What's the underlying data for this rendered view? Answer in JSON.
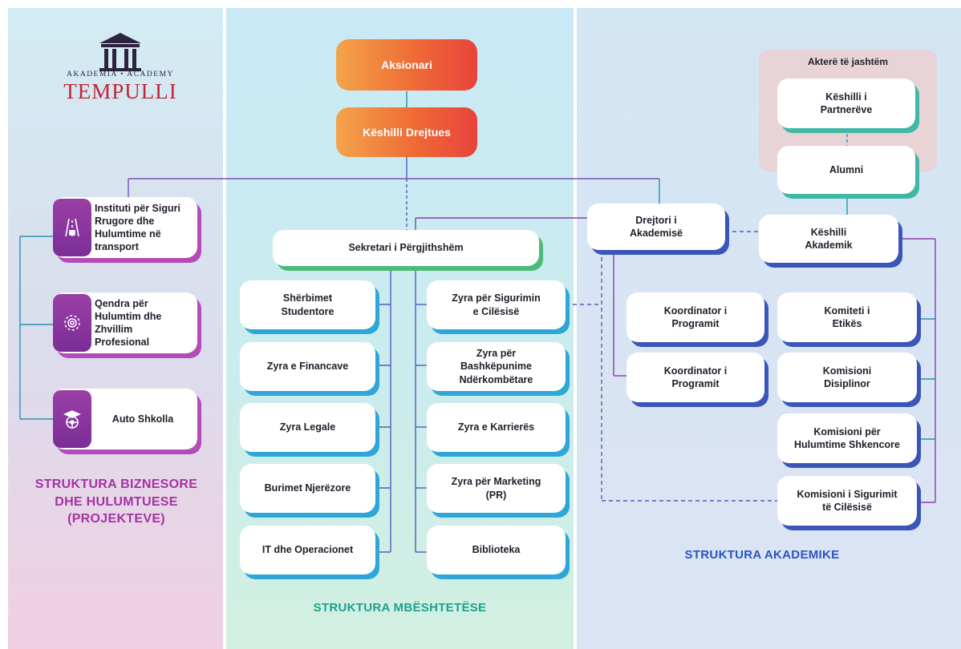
{
  "logo": {
    "subtitle": "AKADEMIA • ACADEMY",
    "name": "TEMPULLI"
  },
  "top": {
    "shareholder": "Aksionari",
    "board": "Këshilli Drejtues"
  },
  "left": {
    "items": [
      {
        "label": "Instituti për Siguri\nRrugore dhe\nHulumtime në\ntransport",
        "icon": "road-icon"
      },
      {
        "label": "Qendra për\nHulumtim dhe\nZhvillim\nProfesional",
        "icon": "gear-icon"
      },
      {
        "label": "Auto Shkolla",
        "icon": "steering-wheel-graduation-icon"
      }
    ],
    "heading": "STRUKTURA BIZNESORE\nDHE HULUMTUESE\n(PROJEKTEVE)"
  },
  "middle": {
    "secretary": "Sekretari i Përgjithshëm",
    "left_column": [
      "Shërbimet\nStudentore",
      "Zyra e Financave",
      "Zyra Legale",
      "Burimet Njerëzore",
      "IT dhe Operacionet"
    ],
    "right_column": [
      "Zyra për Sigurimin\ne Cilësisë",
      "Zyra për\nBashkëpunime\nNdërkombëtare",
      "Zyra e Karrierës",
      "Zyra për Marketing\n(PR)",
      "Biblioteka"
    ],
    "heading": "STRUKTURA MBËSHTETËSE"
  },
  "right": {
    "external_label": "Akterë të jashtëm",
    "partners_council": "Këshilli i\nPartnerëve",
    "alumni": "Alumni",
    "director": "Drejtori i\nAkademisë",
    "academic_council": "Këshilli\nAkademik",
    "coordinators": [
      "Koordinator i\nProgramit",
      "Koordinator i\nProgramit"
    ],
    "committees": [
      "Komiteti i\nEtikës",
      "Komisioni\nDisiplinor",
      "Komisioni për\nHulumtime Shkencore",
      "Komisioni i Sigurimit\ntë Cilësisë"
    ],
    "heading": "STRUKTURA AKADEMIKE"
  },
  "colors": {
    "orange_start": "#f3a44a",
    "orange_end": "#e8433c",
    "purple": "#a532a4",
    "teal": "#1f9f8d",
    "blue": "#2a55c1",
    "logo_red": "#c3243a"
  }
}
